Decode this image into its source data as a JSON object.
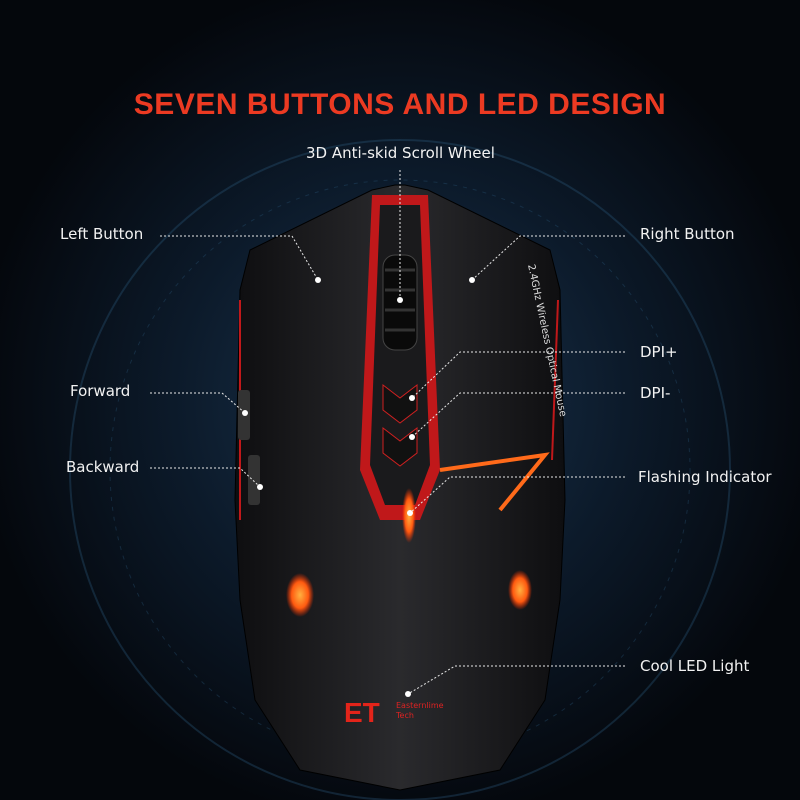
{
  "title": "SEVEN BUTTONS AND LED DESIGN",
  "labels": {
    "scroll_wheel": "3D Anti-skid Scroll Wheel",
    "left_button": "Left Button",
    "right_button": "Right Button",
    "dpi_plus": "DPI+",
    "dpi_minus": "DPI-",
    "forward": "Forward",
    "backward": "Backward",
    "flashing_indicator": "Flashing Indicator",
    "cool_led_light": "Cool LED Light"
  },
  "mouse_print": "2.4GHz Wireless Optical Mouse",
  "logo": {
    "mark": "ET",
    "text": "Easternlime Tech"
  },
  "colors": {
    "accent": "#ec3a22",
    "led": "#ff6a1a",
    "body": "#1c1c1e"
  }
}
